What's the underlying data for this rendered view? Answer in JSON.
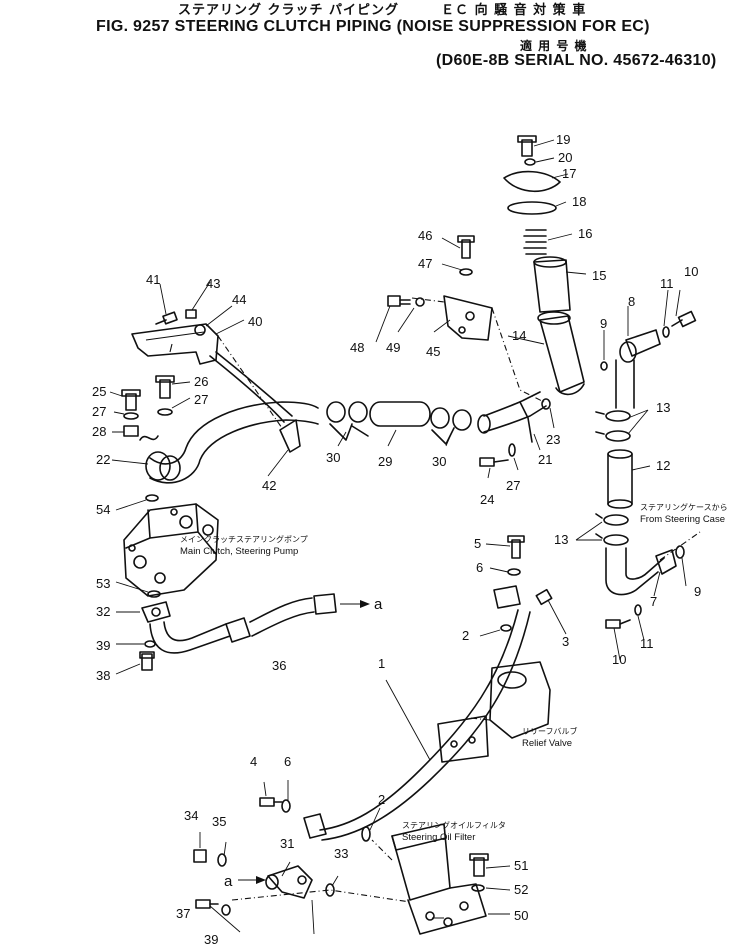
{
  "header": {
    "title_jp": "ステアリング クラッチ パイピング　　　ＥＣ 向 騒 音 対 策 車",
    "title": "FIG. 9257  STEERING CLUTCH PIPING  (NOISE SUPPRESSION FOR EC)",
    "applicability_jp": "適 用 号 機",
    "serial": "(D60E-8B SERIAL NO. 45672-46310)"
  },
  "labels": {
    "main_clutch_pump_jp": "メインクラッチステアリングポンプ",
    "main_clutch_pump": "Main Clutch, Steering Pump",
    "relief_valve_jp": "リリーフバルブ",
    "relief_valve": "Relief Valve",
    "oil_filter_jp": "ステアリングオイルフィルタ",
    "oil_filter": "Steering Oil Filter",
    "from_case_jp": "ステアリングケースから",
    "from_case": "From Steering Case",
    "ref_a": "a"
  },
  "part_numbers": [
    {
      "id": "p1",
      "num": "1"
    },
    {
      "id": "p2a",
      "num": "2"
    },
    {
      "id": "p2b",
      "num": "2"
    },
    {
      "id": "p3",
      "num": "3"
    },
    {
      "id": "p4",
      "num": "4"
    },
    {
      "id": "p5",
      "num": "5"
    },
    {
      "id": "p6a",
      "num": "6"
    },
    {
      "id": "p6b",
      "num": "6"
    },
    {
      "id": "p7",
      "num": "7"
    },
    {
      "id": "p8",
      "num": "8"
    },
    {
      "id": "p9a",
      "num": "9"
    },
    {
      "id": "p9b",
      "num": "9"
    },
    {
      "id": "p10a",
      "num": "10"
    },
    {
      "id": "p10b",
      "num": "10"
    },
    {
      "id": "p11a",
      "num": "11"
    },
    {
      "id": "p11b",
      "num": "11"
    },
    {
      "id": "p12",
      "num": "12"
    },
    {
      "id": "p13a",
      "num": "13"
    },
    {
      "id": "p13b",
      "num": "13"
    },
    {
      "id": "p14",
      "num": "14"
    },
    {
      "id": "p15",
      "num": "15"
    },
    {
      "id": "p16",
      "num": "16"
    },
    {
      "id": "p17",
      "num": "17"
    },
    {
      "id": "p18",
      "num": "18"
    },
    {
      "id": "p19",
      "num": "19"
    },
    {
      "id": "p20",
      "num": "20"
    },
    {
      "id": "p21",
      "num": "21"
    },
    {
      "id": "p22",
      "num": "22"
    },
    {
      "id": "p23",
      "num": "23"
    },
    {
      "id": "p24",
      "num": "24"
    },
    {
      "id": "p25",
      "num": "25"
    },
    {
      "id": "p26",
      "num": "26"
    },
    {
      "id": "p27a",
      "num": "27"
    },
    {
      "id": "p27b",
      "num": "27"
    },
    {
      "id": "p27c",
      "num": "27"
    },
    {
      "id": "p28",
      "num": "28"
    },
    {
      "id": "p29",
      "num": "29"
    },
    {
      "id": "p30a",
      "num": "30"
    },
    {
      "id": "p30b",
      "num": "30"
    },
    {
      "id": "p31",
      "num": "31"
    },
    {
      "id": "p32",
      "num": "32"
    },
    {
      "id": "p33",
      "num": "33"
    },
    {
      "id": "p34",
      "num": "34"
    },
    {
      "id": "p35",
      "num": "35"
    },
    {
      "id": "p36",
      "num": "36"
    },
    {
      "id": "p37",
      "num": "37"
    },
    {
      "id": "p38",
      "num": "38"
    },
    {
      "id": "p39a",
      "num": "39"
    },
    {
      "id": "p39b",
      "num": "39"
    },
    {
      "id": "p40",
      "num": "40"
    },
    {
      "id": "p41",
      "num": "41"
    },
    {
      "id": "p42",
      "num": "42"
    },
    {
      "id": "p43",
      "num": "43"
    },
    {
      "id": "p44",
      "num": "44"
    },
    {
      "id": "p45",
      "num": "45"
    },
    {
      "id": "p46",
      "num": "46"
    },
    {
      "id": "p47",
      "num": "47"
    },
    {
      "id": "p48",
      "num": "48"
    },
    {
      "id": "p49",
      "num": "49"
    },
    {
      "id": "p50",
      "num": "50"
    },
    {
      "id": "p51",
      "num": "51"
    },
    {
      "id": "p52",
      "num": "52"
    },
    {
      "id": "p53",
      "num": "53"
    },
    {
      "id": "p54",
      "num": "54"
    }
  ]
}
